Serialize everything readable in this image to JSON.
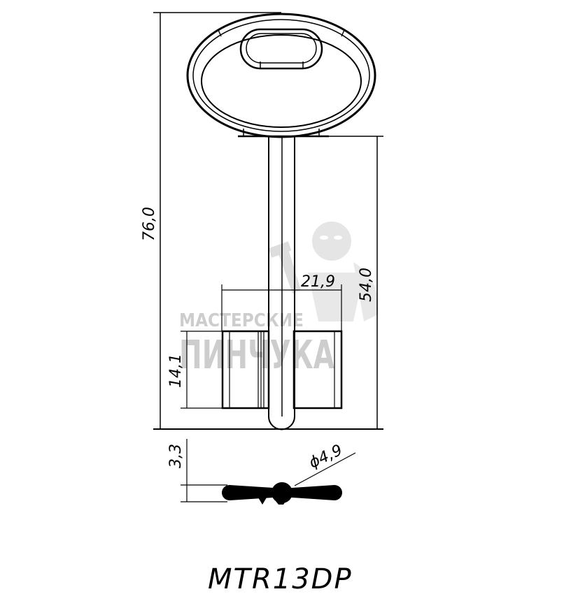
{
  "drawing": {
    "model": "MTR13DP",
    "type": "double-bit key blank technical drawing",
    "stroke_color": "#000000",
    "background_color": "#ffffff"
  },
  "dimensions": {
    "total_length": "76,0",
    "blade_length": "54,0",
    "bit_span_width": "21,9",
    "bit_height": "14,1",
    "profile_thickness": "3,3",
    "shank_diameter": "ϕ4,9"
  },
  "watermark": {
    "line1": "МАСТЕРСКИЕ",
    "line2": "ПИНЧУКА",
    "color": "#c8c8c8",
    "logo_icon": "mascot-with-hammer-icon"
  }
}
